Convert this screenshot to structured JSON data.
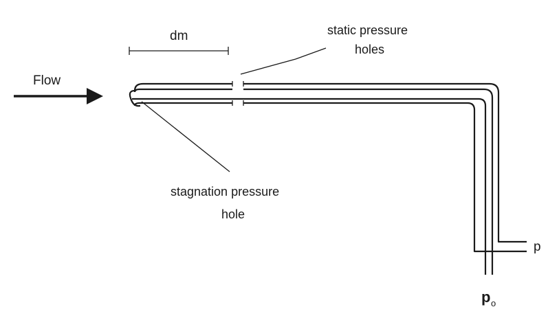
{
  "labels": {
    "flow": "Flow",
    "dm": "dm",
    "static_line1": "static pressure",
    "static_line2": "holes",
    "stagnation_line1": "stagnation pressure",
    "stagnation_line2": "hole",
    "p": "p",
    "po_main": "p",
    "po_sub": "o"
  },
  "colors": {
    "ink": "#1a1a1a",
    "background": "#ffffff"
  }
}
